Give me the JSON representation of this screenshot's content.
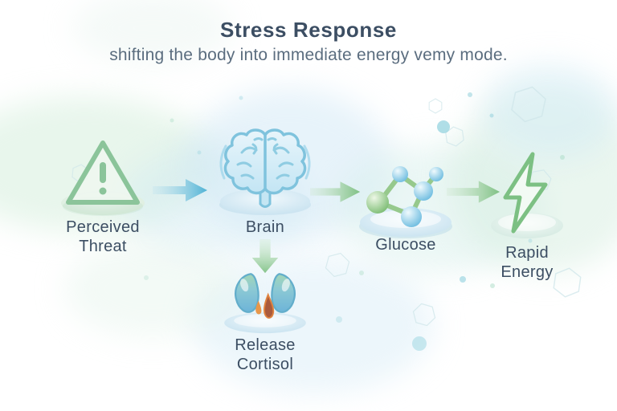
{
  "header": {
    "title": "Stress Response",
    "subtitle": "shifting the body into immediate energy vemy mode."
  },
  "nodes": {
    "threat": {
      "label": "Perceived Threat",
      "icon": "warning-triangle-icon"
    },
    "brain": {
      "label": "Brain",
      "icon": "brain-icon"
    },
    "glucose": {
      "label": "Glucose",
      "icon": "glucose-molecule-icon"
    },
    "energy": {
      "label": "Rapid Energy",
      "icon": "lightning-bolt-icon"
    },
    "cortisol": {
      "label": "Release Cortisol",
      "icon": "adrenal-glands-icon"
    }
  },
  "edges": [
    {
      "from": "Perceived Threat",
      "to": "Brain",
      "direction": "right",
      "color": "#4fb2d4"
    },
    {
      "from": "Brain",
      "to": "Glucose",
      "direction": "right",
      "color": "#7fc083"
    },
    {
      "from": "Glucose",
      "to": "Rapid Energy",
      "direction": "right",
      "color": "#7fc083"
    },
    {
      "from": "Brain",
      "to": "Release Cortisol",
      "direction": "down",
      "color": "#86c48b"
    }
  ],
  "colors": {
    "title_text": "#3c4e63",
    "subtitle_text": "#5b6d7f",
    "label_text": "#3c4e63",
    "green_accent": "#8bc49a",
    "blue_accent": "#7fc3dd",
    "arrow_blue": "#4fb2d4",
    "arrow_green": "#7fc083",
    "molecule_blue": "#6fbde0",
    "molecule_green": "#7dbd74",
    "cortisol_drop_orange": "#e8974a",
    "cortisol_drop_brown": "#aa5b3d",
    "platform_blue": "#d9eaf4",
    "platform_green": "#e3f1e6"
  }
}
